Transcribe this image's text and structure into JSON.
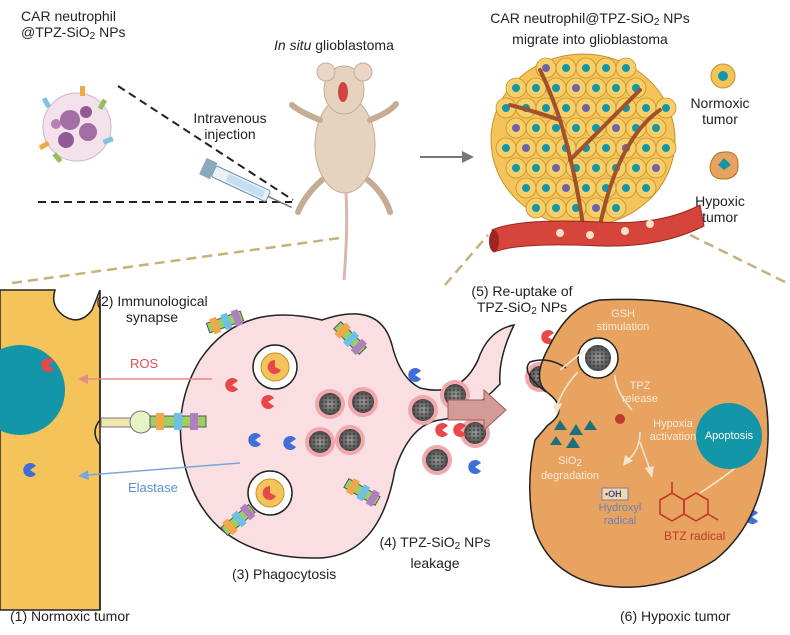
{
  "top": {
    "car_line1": "CAR neutrophil",
    "car_line2_prefix": "@TPZ-SiO",
    "car_line2_sub": "2",
    "car_line2_suffix": " NPs",
    "in_situ_italic": "In situ",
    "in_situ_rest": " glioblastoma",
    "iv_line1": "Intravenous",
    "iv_line2": "injection",
    "migrate_line1_prefix": "CAR neutrophil@TPZ-SiO",
    "migrate_line1_sub": "2",
    "migrate_line1_suffix": " NPs",
    "migrate_line2": "migrate into glioblastoma",
    "normoxic_line1": "Normoxic",
    "normoxic_line2": "tumor",
    "hypoxic_line1": "Hypoxic",
    "hypoxic_line2": "tumor"
  },
  "bottom": {
    "synapse_line1": "(2) Immunological",
    "synapse_line2": "synapse",
    "ros": "ROS",
    "elastase": "Elastase",
    "phago": "(3) Phagocytosis",
    "normoxic_tumor": "(1) Normoxic  tumor",
    "reuptake_line1": "(5) Re-uptake of",
    "reuptake_line2_prefix": "TPZ-SiO",
    "reuptake_line2_sub": "2",
    "reuptake_line2_suffix": " NPs",
    "leak_line1_prefix": "(4) TPZ-SiO",
    "leak_line1_sub": "2",
    "leak_line1_suffix": " NPs",
    "leak_line2": "leakage",
    "gsh_line1": "GSH",
    "gsh_line2": "stimulation",
    "tpz_line1": "TPZ",
    "tpz_line2": "release",
    "hypoxia_line1": "Hypoxia",
    "hypoxia_line2": "activation",
    "sio2_prefix": "SiO",
    "sio2_sub": "2",
    "sio2_line2": "degradation",
    "oh_label": "•OH",
    "hydroxyl_line1": "Hydroxyl",
    "hydroxyl_line2": "radical",
    "btz": "BTZ radical",
    "apoptosis": "Apoptosis",
    "hypoxic_tumor": "(6) Hypoxic tumor"
  },
  "colors": {
    "tumor_cell": "#f4c45a",
    "tumor_edge": "#c98f26",
    "nucleus": "#1296a8",
    "neutrophil": "#f9dfe1",
    "hypoxic_bg": "#e8a360",
    "vessel": "#cf3b32",
    "ros_text": "#d9534f",
    "elastase_text": "#5b8fd1",
    "btz_text": "#c0392b",
    "hydroxyl_text": "#6d7fb5"
  }
}
